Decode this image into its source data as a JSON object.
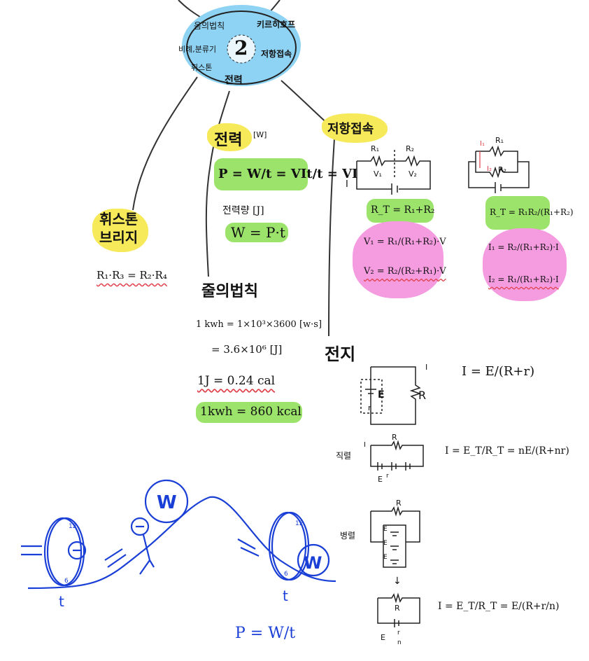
{
  "center": {
    "number": "2",
    "topics": [
      "옴의법칙",
      "키르히호프",
      "비례,분류기",
      "저항접속",
      "휘스톤",
      "전력"
    ]
  },
  "wheatstone": {
    "title_line1": "휘스톤",
    "title_line2": "브리지",
    "formula": "R₁·R₃ = R₂·R₄"
  },
  "power": {
    "title": "전력",
    "unit": "[W]",
    "formula": "P = W/t = VIt/t = VI",
    "energy_label": "전력량 [J]",
    "energy_formula": "W = P·t"
  },
  "joule": {
    "title": "줄의법칙",
    "line1": "1 kwh = 1×10³×3600 [w·s]",
    "line2": "= 3.6×10⁶ [J]",
    "line3": "1J = 0.24 cal",
    "line4": "1kwh = 860 kcal"
  },
  "resistor_connection": {
    "title": "저항접속",
    "series": {
      "labels": [
        "R₁",
        "R₂",
        "V₁",
        "V₂",
        "I"
      ],
      "rt": "R_T = R₁+R₂",
      "v1": "V₁ = R₁/(R₁+R₂)·V",
      "v2": "V₂ = R₂/(R₂+R₁)·V"
    },
    "parallel": {
      "labels": [
        "R₁",
        "R₂",
        "I₁",
        "I₂"
      ],
      "rt": "R_T = R₁R₂/(R₁+R₂)",
      "i1": "I₁ = R₂/(R₁+R₂)·I",
      "i2": "I₂ = R₁/(R₁+R₂)·I"
    }
  },
  "battery": {
    "title": "전지",
    "basic_formula": "I = E/(R+r)",
    "series_label": "직렬",
    "series_formula": "I = E_T/R_T = nE/(R+nr)",
    "parallel_label": "병렬",
    "parallel_formula": "I = E_T/R_T = E/(R+r/n)"
  },
  "drawing": {
    "clock_numbers": [
      "12",
      "6"
    ],
    "time_label": "t",
    "work_label": "W",
    "formula": "P = W/t",
    "ink_color": "#1a3fd6"
  },
  "colors": {
    "yellow": "#f7ea5a",
    "green": "#9be36b",
    "pink": "#f59be0",
    "blue": "#8fd3f4",
    "red_wave": "#e0404a"
  }
}
